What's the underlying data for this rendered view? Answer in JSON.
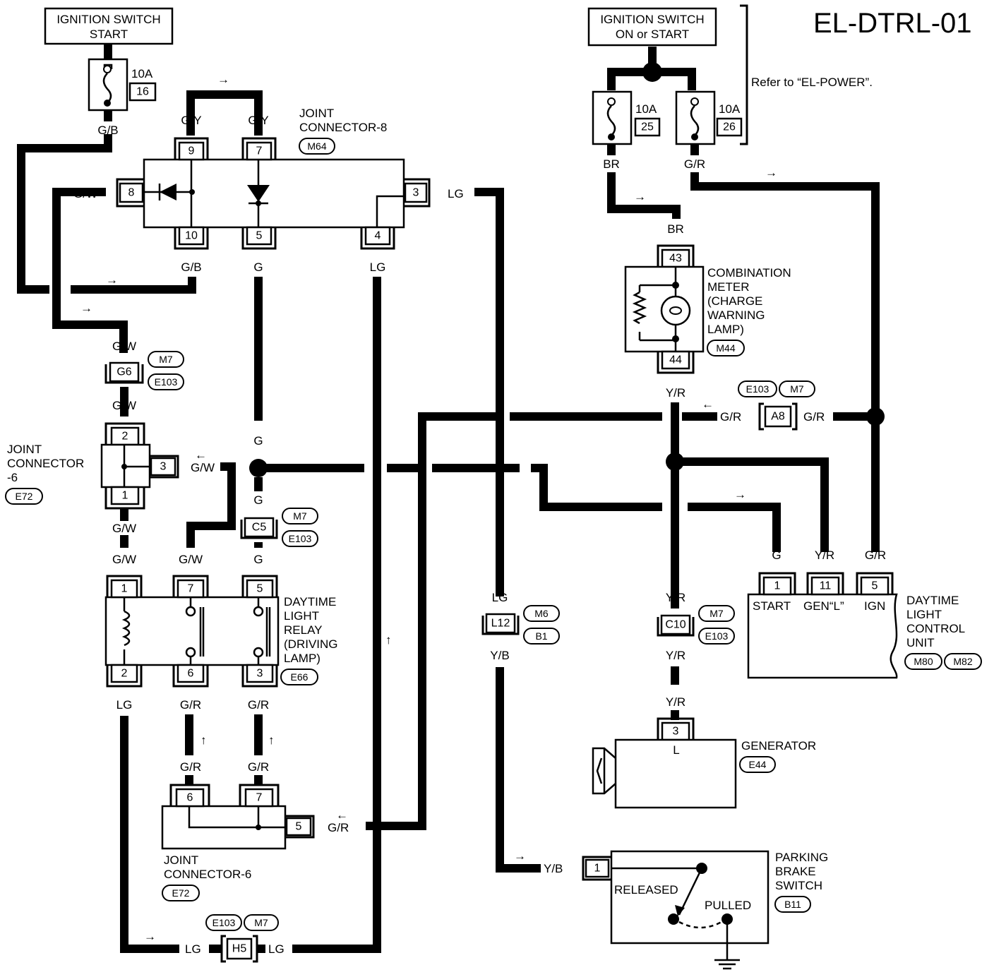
{
  "title": "EL-DTRL-01",
  "note": "Refer to “EL-POWER”.",
  "ign_start": {
    "line1": "IGNITION SWITCH",
    "line2": "START"
  },
  "ign_on": {
    "line1": "IGNITION SWITCH",
    "line2": "ON or START"
  },
  "fuses": [
    {
      "rating": "10A",
      "number": "16"
    },
    {
      "rating": "10A",
      "number": "25"
    },
    {
      "rating": "10A",
      "number": "26"
    }
  ],
  "wires": {
    "gb": "G/B",
    "gy": "G/Y",
    "gw": "G/W",
    "g": "G",
    "lg": "LG",
    "gr": "G/R",
    "yb": "Y/B",
    "yr": "Y/R",
    "br": "BR"
  },
  "jc8": {
    "lines": [
      "JOINT",
      "CONNECTOR-8"
    ],
    "code": "M64",
    "pins": [
      "9",
      "7",
      "8",
      "3",
      "10",
      "5",
      "4"
    ]
  },
  "jc6_top": {
    "lines": [
      "JOINT",
      "CONNECTOR",
      "-6"
    ],
    "code": "E72",
    "pins": [
      "2",
      "3",
      "1"
    ]
  },
  "jc6_bottom": {
    "lines": [
      "JOINT",
      "CONNECTOR-6"
    ],
    "code": "E72",
    "pins": [
      "6",
      "7",
      "5"
    ]
  },
  "relay": {
    "lines": [
      "DAYTIME",
      "LIGHT",
      "RELAY",
      "(DRIVING",
      "LAMP)"
    ],
    "code": "E66",
    "pins": [
      "1",
      "7",
      "5",
      "2",
      "6",
      "3"
    ]
  },
  "combo_meter": {
    "lines": [
      "COMBINATION",
      "METER",
      "(CHARGE",
      "WARNING",
      "LAMP)"
    ],
    "code": "M44",
    "pins": [
      "43",
      "44"
    ]
  },
  "control_unit": {
    "lines": [
      "DAYTIME",
      "LIGHT",
      "CONTROL",
      "UNIT"
    ],
    "codes": [
      "M80",
      "M82"
    ],
    "pins": [
      "1",
      "11",
      "5"
    ],
    "terminals": [
      "START",
      "GEN“L”",
      "IGN"
    ]
  },
  "generator": {
    "label": "GENERATOR",
    "code": "E44",
    "pin": "3",
    "terminal": "L"
  },
  "parking_brake": {
    "lines": [
      "PARKING",
      "BRAKE",
      "SWITCH"
    ],
    "code": "B11",
    "pin": "1",
    "released": "RELEASED",
    "pulled": "PULLED"
  },
  "inline_connectors": {
    "g6": {
      "id": "G6",
      "codes": [
        "M7",
        "E103"
      ]
    },
    "c5": {
      "id": "C5",
      "codes": [
        "M7",
        "E103"
      ]
    },
    "l12": {
      "id": "L12",
      "codes": [
        "M6",
        "B1"
      ]
    },
    "c10": {
      "id": "C10",
      "codes": [
        "M7",
        "E103"
      ]
    },
    "a8": {
      "id": "A8",
      "codes": [
        "E103",
        "M7"
      ]
    },
    "h5": {
      "id": "H5",
      "codes": [
        "E103",
        "M7"
      ]
    }
  },
  "arrows": {
    "right": "→",
    "left": "←",
    "up": "↑"
  }
}
